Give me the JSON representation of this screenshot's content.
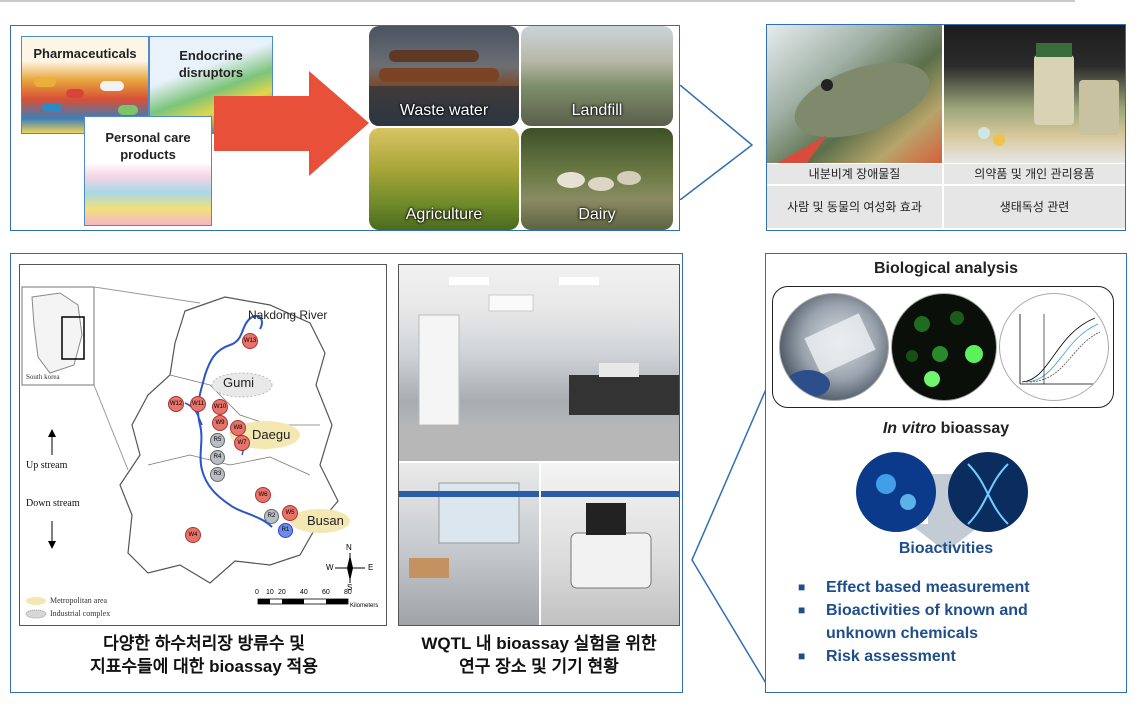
{
  "sources": {
    "pharmaceuticals": "Pharmaceuticals",
    "endocrine_disruptors": "Endocrine disruptors",
    "personal_care": "Personal care products"
  },
  "pathways": {
    "waste_water": "Waste water",
    "landfill": "Landfill",
    "agriculture": "Agriculture",
    "dairy": "Dairy"
  },
  "effects": {
    "edc_label": "내분비계 장애물질",
    "ppcp_label": "의약품 및 개인 관리용품",
    "edc_effect": "사람 및 동물의 여성화 효과",
    "ppcp_effect": "생태독성 관련"
  },
  "map": {
    "river_label": "Nakdong River",
    "inset_label": "South korea",
    "upstream": "Up stream",
    "downstream": "Down stream",
    "cities": [
      "Gumi",
      "Daegu",
      "Busan"
    ],
    "sites_red": [
      "W13",
      "W12",
      "W11",
      "W10",
      "W9",
      "W8",
      "W7",
      "W6",
      "W5",
      "W4"
    ],
    "sites_gray": [
      "R5",
      "R4",
      "R3",
      "R2",
      "R1"
    ],
    "legend_metro": "Metropolitan area",
    "legend_industrial": "Industrial complex",
    "scale_ticks": [
      "0",
      "10",
      "20",
      "40",
      "60",
      "80"
    ],
    "scale_unit": "Kilometers",
    "compass": [
      "N",
      "S",
      "E",
      "W"
    ]
  },
  "captions": {
    "map_line1": "다양한 하수처리장 방류수 및",
    "map_line2": "지표수들에 대한 bioassay 적용",
    "lab_line1": "WQTL 내 bioassay 실험을 위한",
    "lab_line2": "연구 장소 및 기기 현황"
  },
  "bio": {
    "title": "Biological analysis",
    "vitro_italic": "In vitro",
    "vitro_rest": " bioassay",
    "bioactivities": "Bioactivities",
    "items": [
      "Effect based measurement",
      "Bioactivities of known and unknown chemicals",
      "Risk assessment"
    ]
  },
  "colors": {
    "frame": "#2f6fb4",
    "arrow": "#e8503a",
    "list_text": "#1f4e8c",
    "site_red": "#e8736a",
    "site_gray": "#b9bdc4",
    "city_fill": "#f3e7b2"
  }
}
